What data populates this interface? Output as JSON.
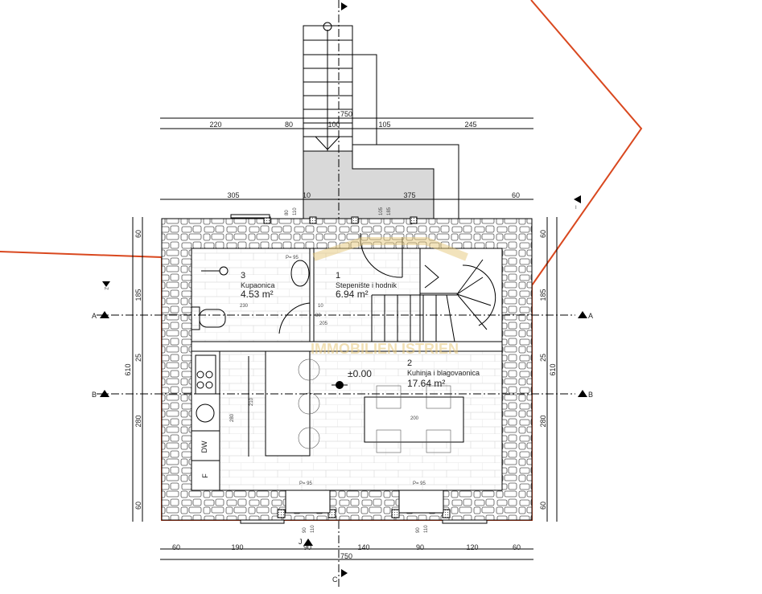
{
  "rooms": [
    {
      "number": "3",
      "name": "Kupaonica",
      "area": "4.53 m²"
    },
    {
      "number": "1",
      "name": "Stepenište i hodnik",
      "area": "6.94 m²"
    },
    {
      "number": "2",
      "name": "Kuhinja i blagovaonica",
      "area": "17.64 m²"
    }
  ],
  "level": "±0.00",
  "appliances": {
    "dishwasher": "DW",
    "fridge": "F"
  },
  "windows": {
    "sill": "P= 95"
  },
  "dimensions": {
    "top_total": "750",
    "top_row": [
      "220",
      "80",
      "100",
      "105",
      "245"
    ],
    "top_second_row": [
      "305",
      "10",
      "375",
      "60"
    ],
    "bottom_row": [
      "60",
      "190",
      "90",
      "140",
      "90",
      "120",
      "60"
    ],
    "bottom_total": "750",
    "side_rows": [
      "60",
      "185",
      "25",
      "280",
      "60"
    ],
    "side_total": "610",
    "openings": [
      "80",
      "110",
      "105",
      "185",
      "90",
      "110"
    ],
    "interior": [
      "230",
      "10",
      "80",
      "205",
      "200",
      "210",
      "280"
    ]
  },
  "section_marks": {
    "a": "A",
    "b": "B",
    "c": "C",
    "j": "J",
    "z": "Z",
    "i": "I"
  },
  "watermark": {
    "line2": "IMMOBILIEN ISTRIEN"
  },
  "colors": {
    "boundary": "#d9481f",
    "covered_area": "#d9d9d9",
    "watermark": "#e6c77a"
  }
}
